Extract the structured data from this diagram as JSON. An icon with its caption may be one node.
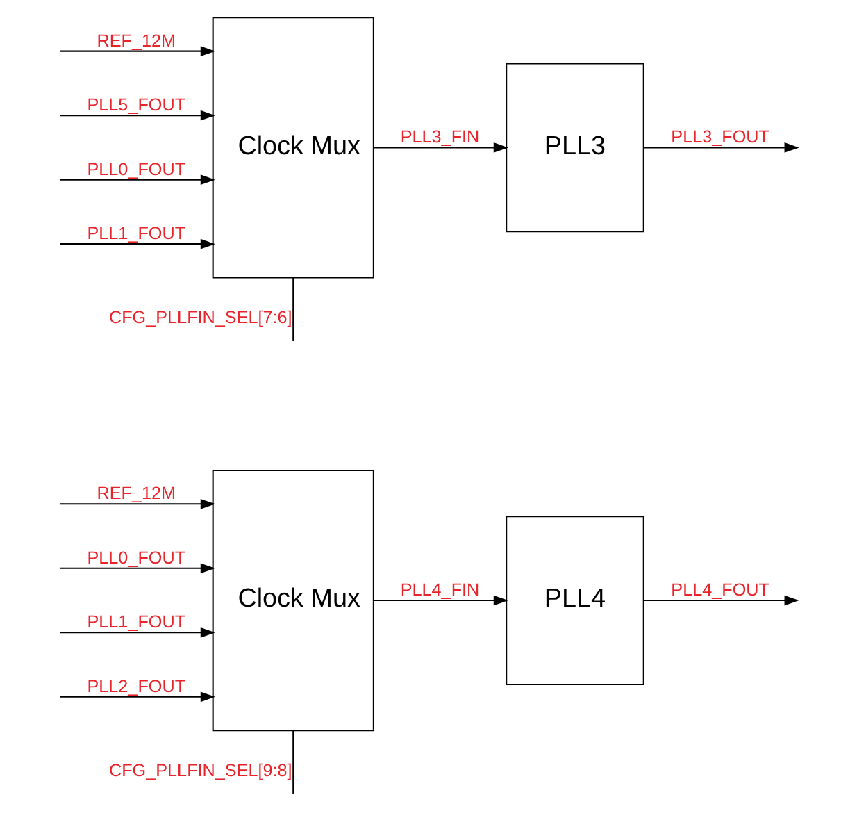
{
  "diagram": {
    "nodes": [
      {
        "text": [
          "Clock Mux"
        ]
      },
      {
        "text": [
          "PLL3"
        ]
      },
      {
        "text": [
          "Clock Mux"
        ]
      },
      {
        "text": [
          "PLL4"
        ]
      }
    ],
    "edges": [
      {
        "from": null,
        "to": 0,
        "arrow": "to",
        "label": "REF_12M"
      },
      {
        "from": null,
        "to": 0,
        "arrow": "to",
        "label": "PLL5_FOUT"
      },
      {
        "from": null,
        "to": 0,
        "arrow": "to",
        "label": "PLL0_FOUT"
      },
      {
        "from": null,
        "to": 0,
        "arrow": "to",
        "label": "PLL1_FOUT"
      },
      {
        "from": 0,
        "to": 1,
        "arrow": "to",
        "label": "PLL3_FIN"
      },
      {
        "from": 1,
        "to": null,
        "arrow": "to",
        "label": "PLL3_FOUT"
      },
      {
        "from": 0,
        "to": null,
        "arrow": "none",
        "label": "CFG_PLLFIN_SEL[7:6]"
      },
      {
        "from": null,
        "to": 2,
        "arrow": "to",
        "label": "REF_12M"
      },
      {
        "from": null,
        "to": 2,
        "arrow": "to",
        "label": "PLL0_FOUT"
      },
      {
        "from": null,
        "to": 2,
        "arrow": "to",
        "label": "PLL1_FOUT"
      },
      {
        "from": null,
        "to": 2,
        "arrow": "to",
        "label": "PLL2_FOUT"
      },
      {
        "from": 2,
        "to": 3,
        "arrow": "to",
        "label": "PLL4_FIN"
      },
      {
        "from": 3,
        "to": null,
        "arrow": "to",
        "label": "PLL4_FOUT"
      },
      {
        "from": 2,
        "to": null,
        "arrow": "none",
        "label": "CFG_PLLFIN_SEL[9:8]"
      }
    ]
  }
}
